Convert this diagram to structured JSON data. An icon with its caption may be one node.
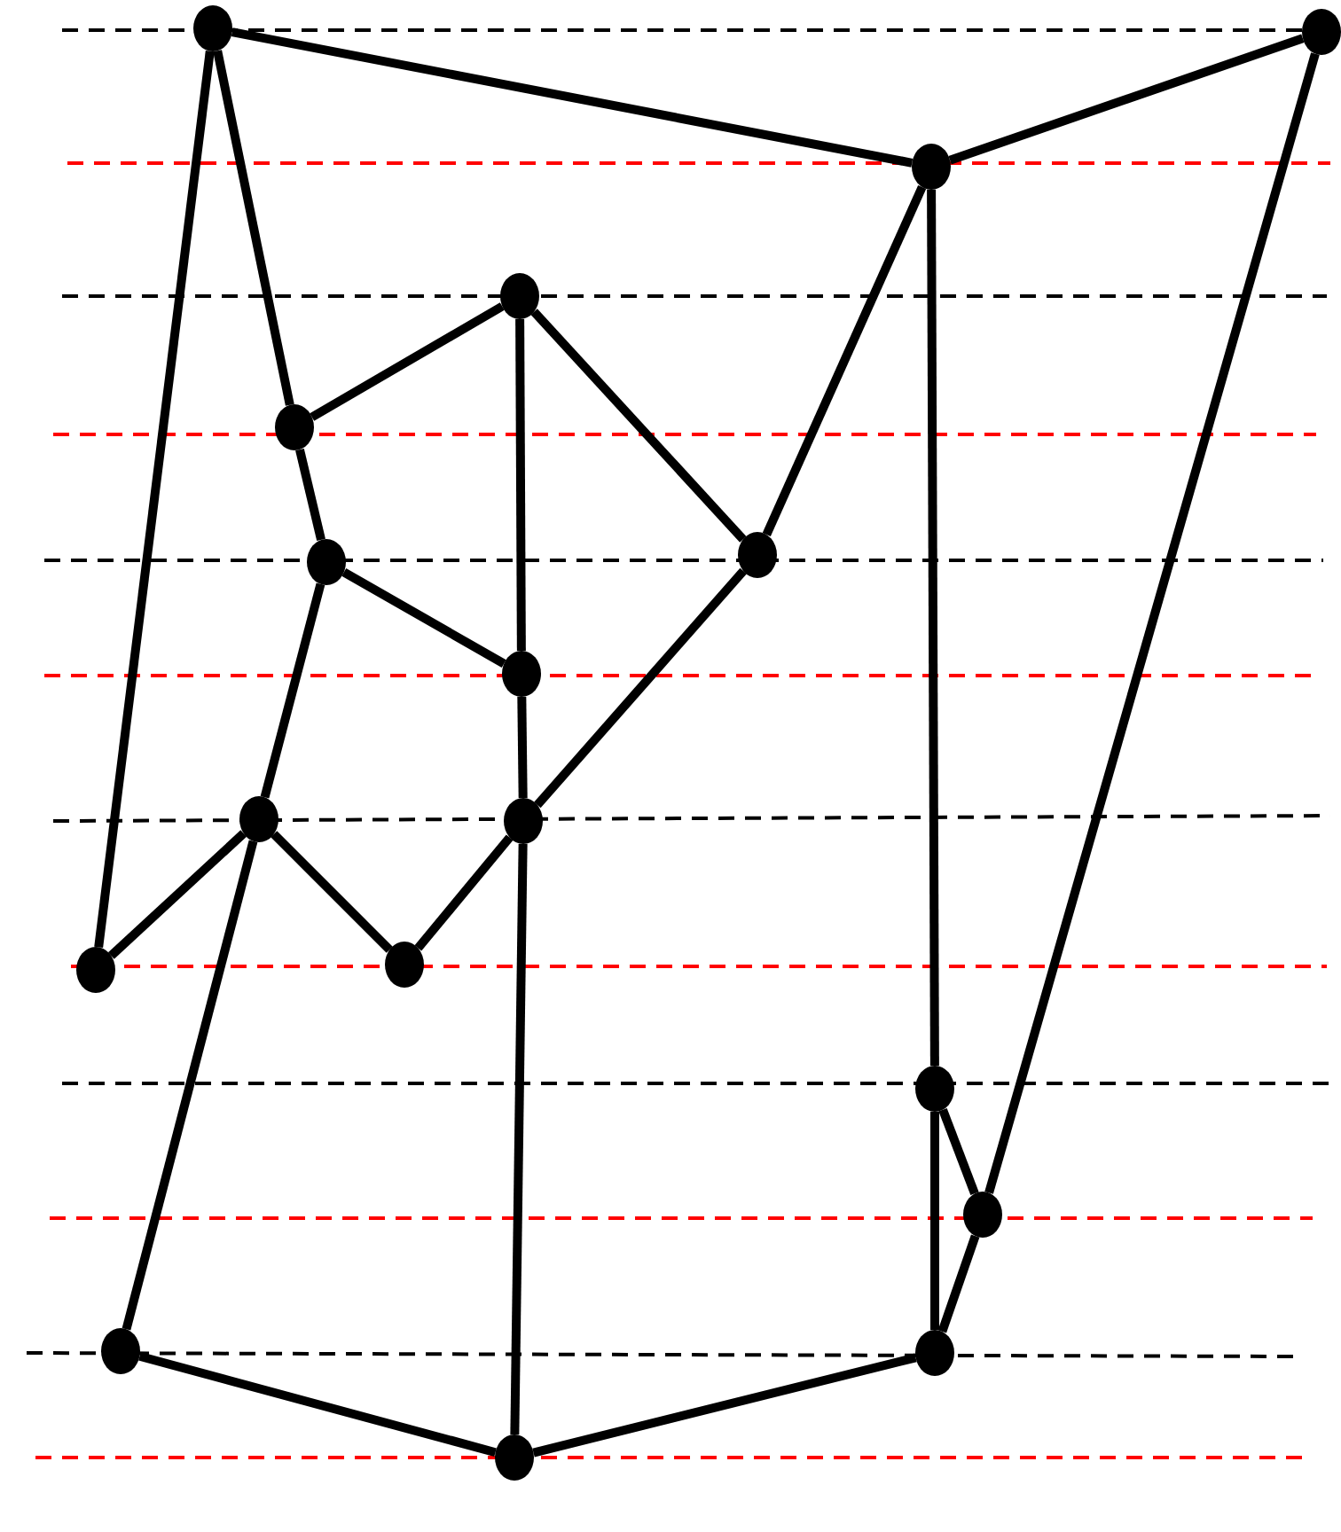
{
  "diagram": {
    "nodes": [
      {
        "text": [],
        "shape": "circle"
      },
      {
        "text": [],
        "shape": "circle"
      },
      {
        "text": [],
        "shape": "circle"
      },
      {
        "text": [],
        "shape": "circle"
      },
      {
        "text": [],
        "shape": "circle"
      },
      {
        "text": [],
        "shape": "circle"
      },
      {
        "text": [],
        "shape": "circle"
      },
      {
        "text": [],
        "shape": "circle"
      },
      {
        "text": [],
        "shape": "circle"
      },
      {
        "text": [],
        "shape": "circle"
      },
      {
        "text": [],
        "shape": "circle"
      },
      {
        "text": [],
        "shape": "circle"
      },
      {
        "text": [],
        "shape": "circle"
      },
      {
        "text": [],
        "shape": "circle"
      },
      {
        "text": [],
        "shape": "circle"
      },
      {
        "text": [],
        "shape": "circle"
      },
      {
        "text": [],
        "shape": "circle"
      }
    ],
    "edges": [
      {
        "from": 0,
        "to": 2,
        "arrow": "none"
      },
      {
        "from": 2,
        "to": 1,
        "arrow": "none"
      },
      {
        "from": 0,
        "to": 4,
        "arrow": "none"
      },
      {
        "from": 0,
        "to": 10,
        "arrow": "none"
      },
      {
        "from": 4,
        "to": 3,
        "arrow": "none"
      },
      {
        "from": 4,
        "to": 5,
        "arrow": "none"
      },
      {
        "from": 3,
        "to": 7,
        "arrow": "none"
      },
      {
        "from": 7,
        "to": 9,
        "arrow": "none"
      },
      {
        "from": 9,
        "to": 16,
        "arrow": "none"
      },
      {
        "from": 3,
        "to": 6,
        "arrow": "none"
      },
      {
        "from": 6,
        "to": 2,
        "arrow": "none"
      },
      {
        "from": 5,
        "to": 7,
        "arrow": "none"
      },
      {
        "from": 5,
        "to": 8,
        "arrow": "none"
      },
      {
        "from": 6,
        "to": 9,
        "arrow": "none"
      },
      {
        "from": 8,
        "to": 10,
        "arrow": "none"
      },
      {
        "from": 8,
        "to": 11,
        "arrow": "none"
      },
      {
        "from": 11,
        "to": 9,
        "arrow": "none"
      },
      {
        "from": 8,
        "to": 14,
        "arrow": "none"
      },
      {
        "from": 14,
        "to": 16,
        "arrow": "none"
      },
      {
        "from": 16,
        "to": 15,
        "arrow": "none"
      },
      {
        "from": 2,
        "to": 12,
        "arrow": "none"
      },
      {
        "from": 12,
        "to": 15,
        "arrow": "none"
      },
      {
        "from": 12,
        "to": 13,
        "arrow": "none"
      },
      {
        "from": 13,
        "to": 15,
        "arrow": "none"
      },
      {
        "from": 1,
        "to": 13,
        "arrow": "none"
      }
    ]
  }
}
